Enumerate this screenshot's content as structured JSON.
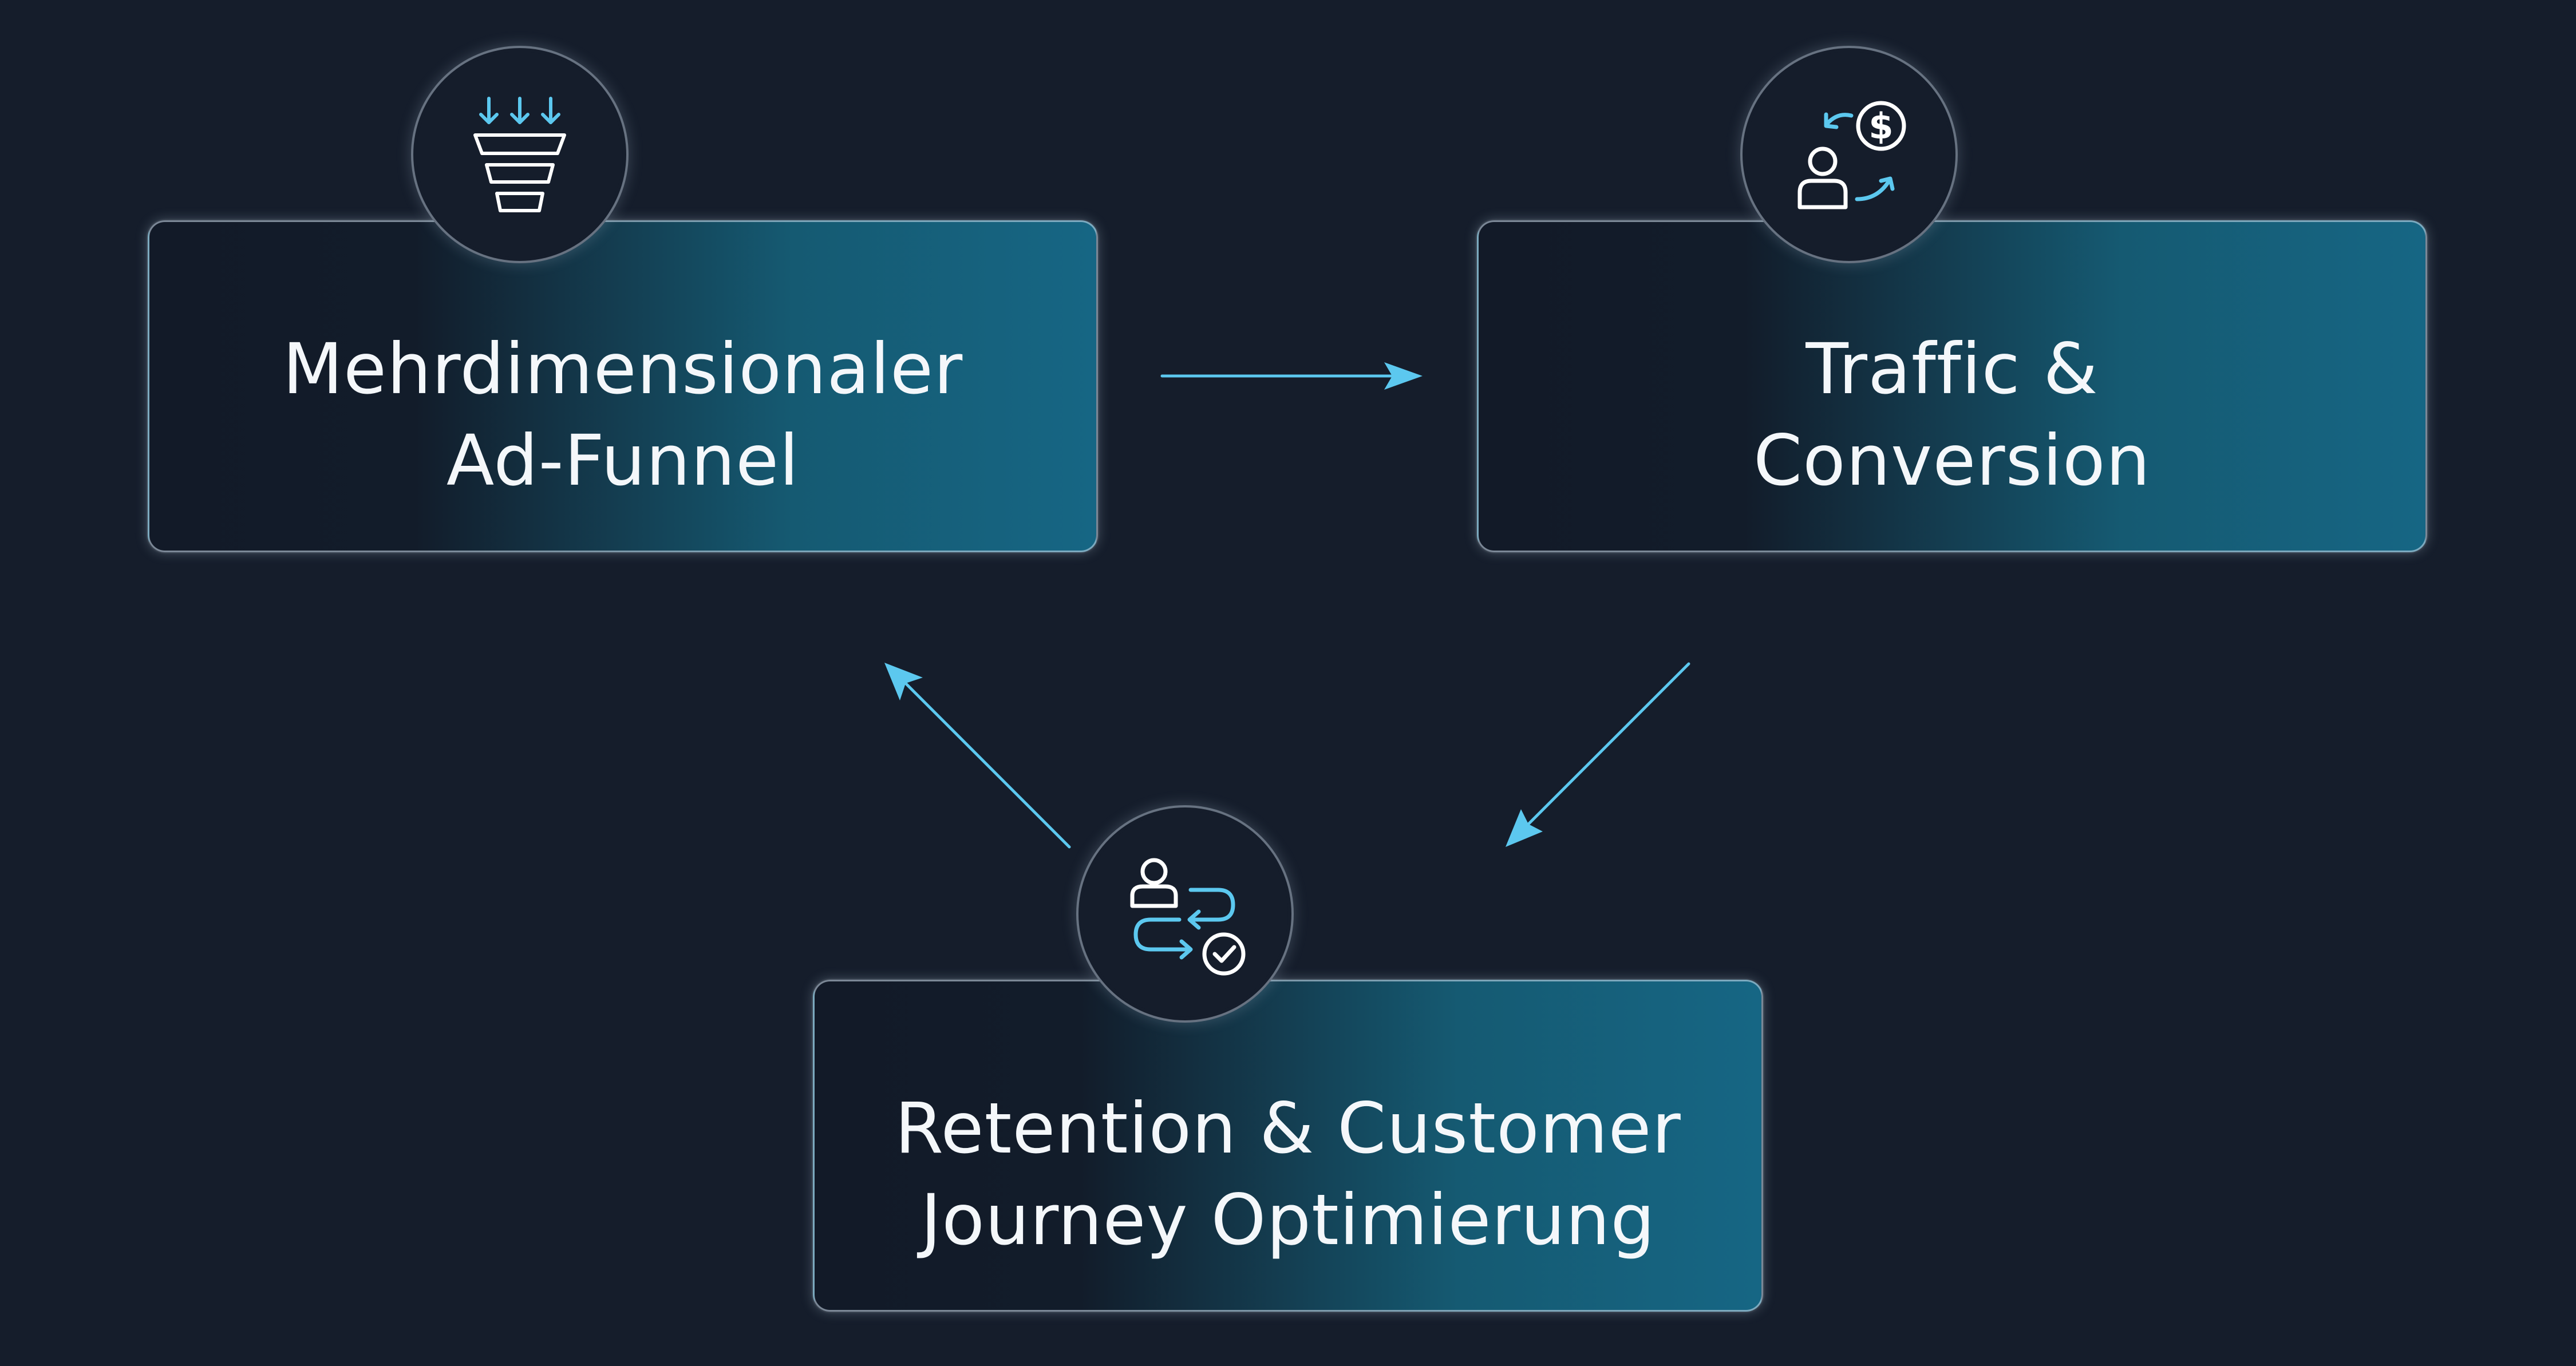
{
  "colors": {
    "background": "#151d2b",
    "accent_cyan": "#5cc8ef",
    "icon_white": "#ffffff",
    "card_gradient_start": "#121a28",
    "card_gradient_end": "#166684",
    "text": "#f4f7fa"
  },
  "nodes": [
    {
      "id": "ad-funnel",
      "icon": "funnel-icon",
      "label_line1": "Mehrdimensionaler",
      "label_line2": "Ad-Funnel"
    },
    {
      "id": "traffic-conversion",
      "icon": "user-dollar-exchange-icon",
      "label_line1": "Traffic &",
      "label_line2": "Conversion"
    },
    {
      "id": "retention",
      "icon": "customer-journey-icon",
      "label_line1": "Retention & Customer",
      "label_line2": "Journey Optimierung"
    }
  ],
  "edges": [
    {
      "from": "ad-funnel",
      "to": "traffic-conversion"
    },
    {
      "from": "traffic-conversion",
      "to": "retention"
    },
    {
      "from": "retention",
      "to": "ad-funnel"
    }
  ]
}
